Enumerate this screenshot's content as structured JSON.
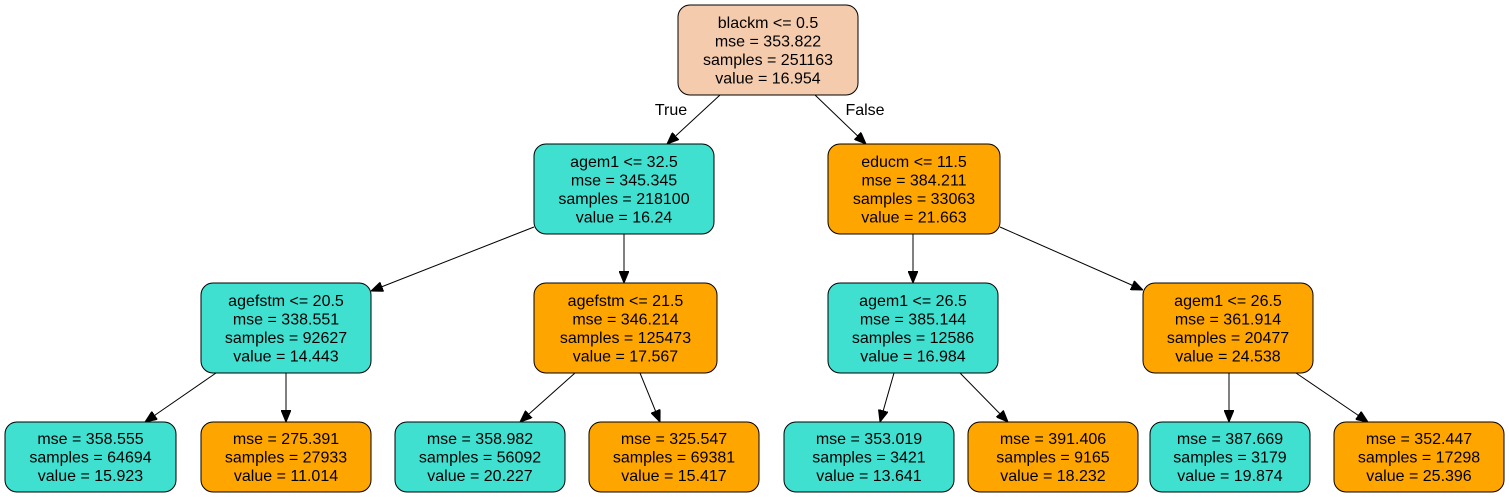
{
  "colors": {
    "root": "#f5cbad",
    "teal": "#40e0d0",
    "orange": "#ffa500",
    "stroke": "#000000"
  },
  "edge_labels": {
    "true_label": "True",
    "false_label": "False"
  },
  "tree": [
    {
      "id": "n0",
      "color": "root",
      "lines": [
        "blackm <= 0.5",
        "mse = 353.822",
        "samples = 251163",
        "value = 16.954"
      ]
    },
    {
      "id": "n1",
      "color": "teal",
      "lines": [
        "agem1 <= 32.5",
        "mse = 345.345",
        "samples = 218100",
        "value = 16.24"
      ]
    },
    {
      "id": "n2",
      "color": "orange",
      "lines": [
        "educm <= 11.5",
        "mse = 384.211",
        "samples = 33063",
        "value = 21.663"
      ]
    },
    {
      "id": "n3",
      "color": "teal",
      "lines": [
        "agefstm <= 20.5",
        "mse = 338.551",
        "samples = 92627",
        "value = 14.443"
      ]
    },
    {
      "id": "n4",
      "color": "orange",
      "lines": [
        "agefstm <= 21.5",
        "mse = 346.214",
        "samples = 125473",
        "value = 17.567"
      ]
    },
    {
      "id": "n5",
      "color": "teal",
      "lines": [
        "agem1 <= 26.5",
        "mse = 385.144",
        "samples = 12586",
        "value = 16.984"
      ]
    },
    {
      "id": "n6",
      "color": "orange",
      "lines": [
        "agem1 <= 26.5",
        "mse = 361.914",
        "samples = 20477",
        "value = 24.538"
      ]
    },
    {
      "id": "n7",
      "color": "teal",
      "lines": [
        "mse = 358.555",
        "samples = 64694",
        "value = 15.923"
      ]
    },
    {
      "id": "n8",
      "color": "orange",
      "lines": [
        "mse = 275.391",
        "samples = 27933",
        "value = 11.014"
      ]
    },
    {
      "id": "n9",
      "color": "teal",
      "lines": [
        "mse = 358.982",
        "samples = 56092",
        "value = 20.227"
      ]
    },
    {
      "id": "n10",
      "color": "orange",
      "lines": [
        "mse = 325.547",
        "samples = 69381",
        "value = 15.417"
      ]
    },
    {
      "id": "n11",
      "color": "teal",
      "lines": [
        "mse = 353.019",
        "samples = 3421",
        "value = 13.641"
      ]
    },
    {
      "id": "n12",
      "color": "orange",
      "lines": [
        "mse = 391.406",
        "samples = 9165",
        "value = 18.232"
      ]
    },
    {
      "id": "n13",
      "color": "teal",
      "lines": [
        "mse = 387.669",
        "samples = 3179",
        "value = 19.874"
      ]
    },
    {
      "id": "n14",
      "color": "orange",
      "lines": [
        "mse = 352.447",
        "samples = 17298",
        "value = 25.396"
      ]
    }
  ],
  "edges": [
    {
      "from": "n0",
      "to": "n1",
      "label": "true_label"
    },
    {
      "from": "n0",
      "to": "n2",
      "label": "false_label"
    },
    {
      "from": "n1",
      "to": "n3"
    },
    {
      "from": "n1",
      "to": "n4"
    },
    {
      "from": "n2",
      "to": "n5"
    },
    {
      "from": "n2",
      "to": "n6"
    },
    {
      "from": "n3",
      "to": "n7"
    },
    {
      "from": "n3",
      "to": "n8"
    },
    {
      "from": "n4",
      "to": "n9"
    },
    {
      "from": "n4",
      "to": "n10"
    },
    {
      "from": "n5",
      "to": "n11"
    },
    {
      "from": "n5",
      "to": "n12"
    },
    {
      "from": "n6",
      "to": "n13"
    },
    {
      "from": "n6",
      "to": "n14"
    }
  ]
}
